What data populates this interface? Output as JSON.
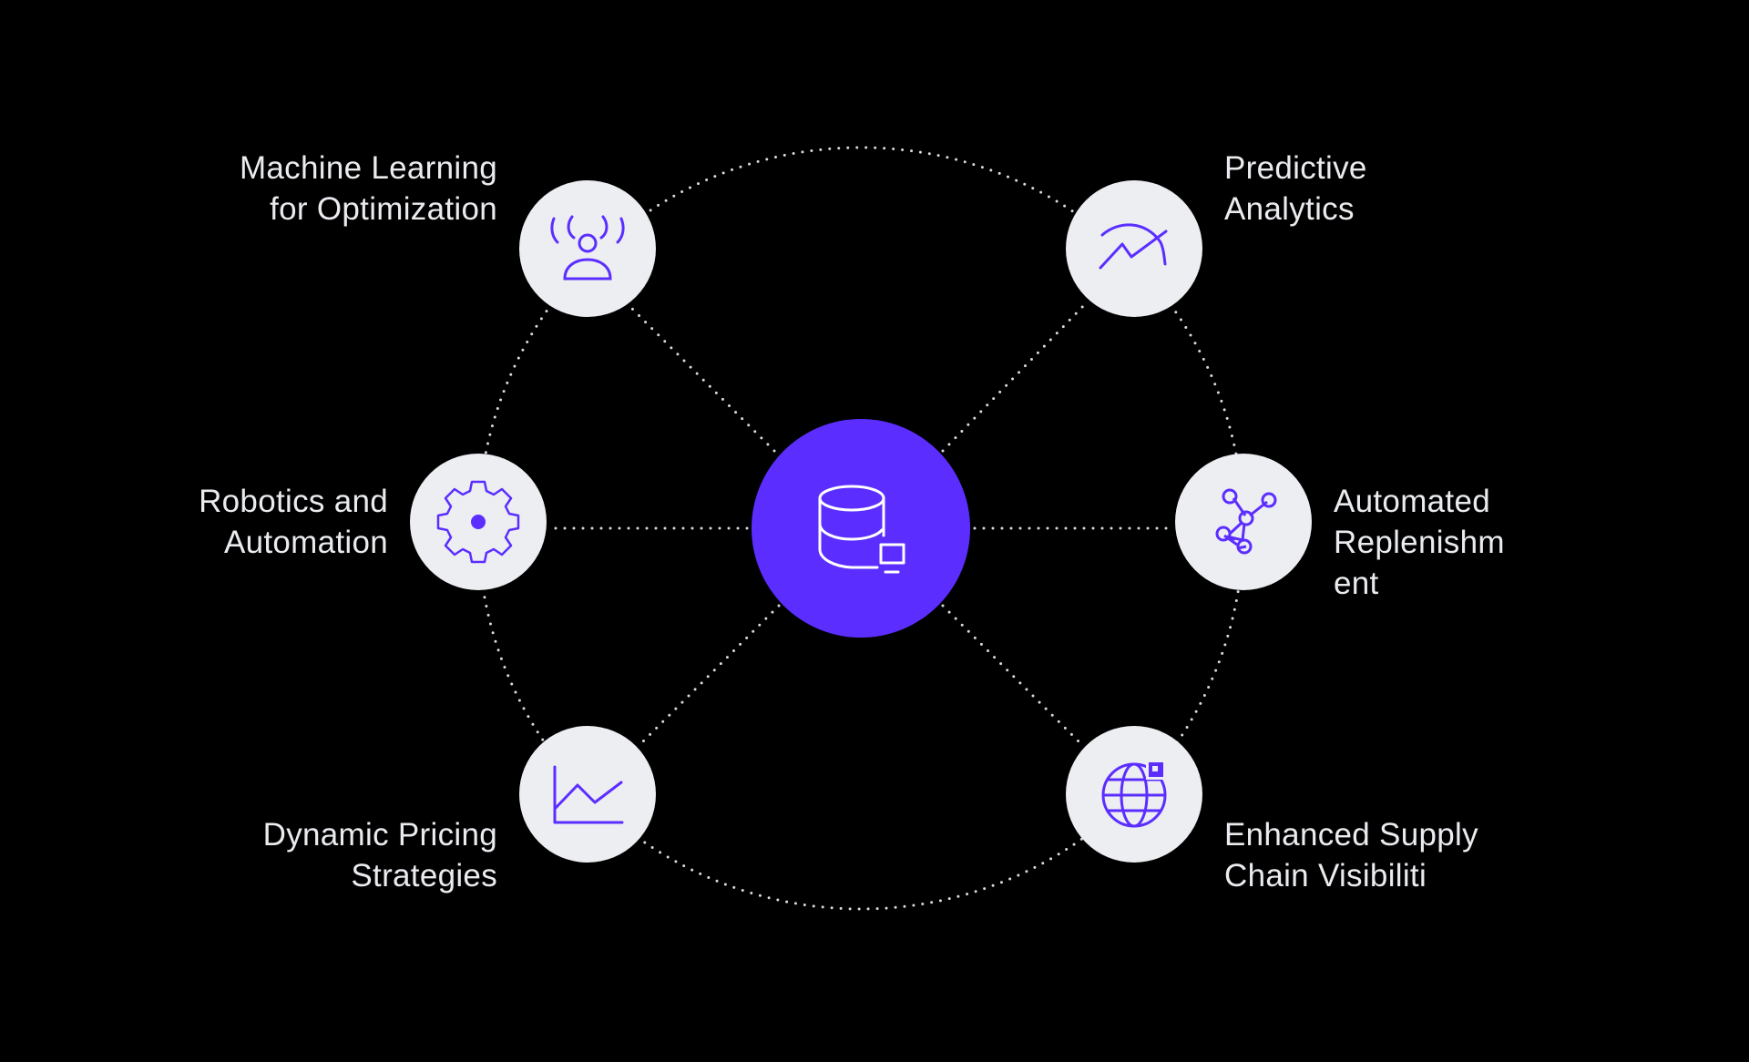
{
  "colors": {
    "background": "#000000",
    "hub": "#5b2eff",
    "node_fill": "#eceef2",
    "icon_stroke": "#5b2eff",
    "connector": "#d9dbe0",
    "text": "#e9ebef"
  },
  "hub": {
    "icon": "database-icon"
  },
  "nodes": [
    {
      "id": "machine-learning",
      "icon": "sensing-person-icon",
      "label_lines": [
        "Machine Learning",
        "for Optimization"
      ]
    },
    {
      "id": "predictive-analytics",
      "icon": "trend-line-icon",
      "label_lines": [
        "Predictive",
        "Analytics"
      ]
    },
    {
      "id": "robotics",
      "icon": "gear-icon",
      "label_lines": [
        "Robotics and",
        "Automation"
      ]
    },
    {
      "id": "automated-replenishment",
      "icon": "network-nodes-icon",
      "label_lines": [
        "Automated",
        "Replenishm",
        "ent"
      ]
    },
    {
      "id": "dynamic-pricing",
      "icon": "line-chart-icon",
      "label_lines": [
        "Dynamic Pricing",
        "Strategies"
      ]
    },
    {
      "id": "supply-chain",
      "icon": "globe-icon",
      "label_lines": [
        "Enhanced Supply",
        "Chain Visibiliti"
      ]
    }
  ]
}
